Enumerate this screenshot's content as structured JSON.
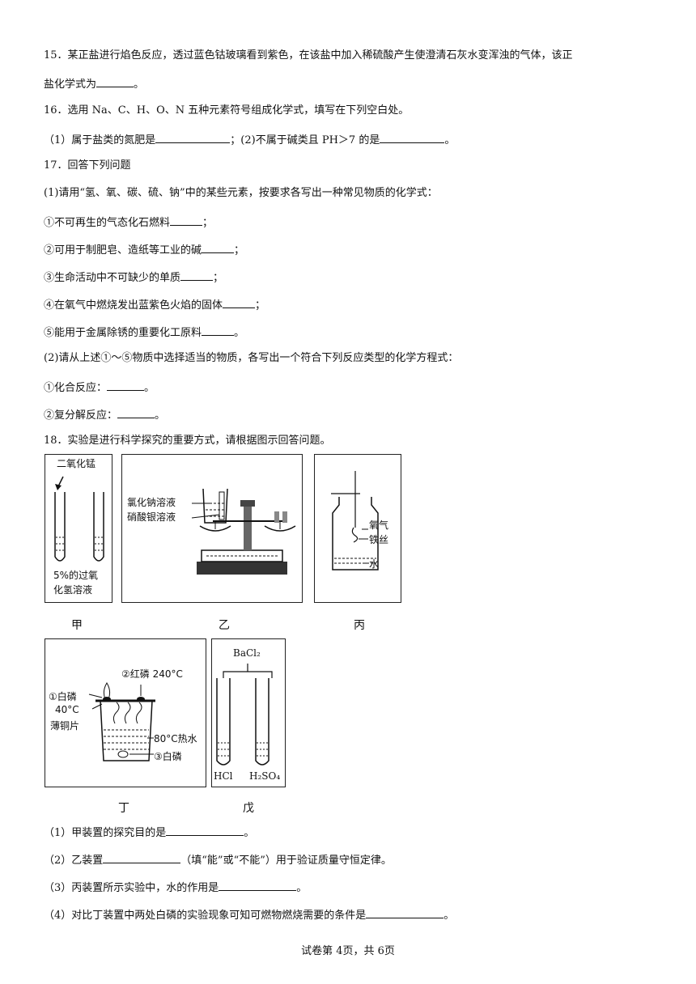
{
  "q15": {
    "line1": "15．某正盐进行焰色反应，透过蓝色钴玻璃看到紫色，在该盐中加入稀硫酸产生使澄清石灰水变浑浊的气体，该正",
    "line2_pre": "盐化学式为",
    "line2_post": "。"
  },
  "q16": {
    "stem": "16．选用 Na、C、H、O、N 五种元素符号组成化学式，填写在下列空白处。",
    "p1_pre": "（1）属于盐类的氮肥是",
    "p1_mid": "；(2)不属于碱类且 PH＞7 的是",
    "p1_post": "。"
  },
  "q17": {
    "stem": "17．回答下列问题",
    "part1": "(1)请用“氢、氧、碳、硫、钠”中的某些元素，按要求各写出一种常见物质的化学式：",
    "items": [
      {
        "pre": "①不可再生的气态化石燃料",
        "post": "；"
      },
      {
        "pre": "②可用于制肥皂、造纸等工业的碱",
        "post": "；"
      },
      {
        "pre": "③生命活动中不可缺少的单质",
        "post": "；"
      },
      {
        "pre": "④在氧气中燃烧发出蓝紫色火焰的固体",
        "post": "；"
      },
      {
        "pre": "⑤能用于金属除锈的重要化工原料",
        "post": "。"
      }
    ],
    "part2": "(2)请从上述①～⑤物质中选择适当的物质，各写出一个符合下列反应类型的化学方程式：",
    "eq1_pre": "①化合反应：",
    "eq1_post": "。",
    "eq2_pre": "②复分解反应：",
    "eq2_post": "。"
  },
  "q18": {
    "stem": "18．实验是进行科学探究的重要方式，请根据图示回答问题。",
    "fig_jia": {
      "caption": "甲",
      "top_label": "二氧化锰",
      "bottom_label_1": "5%的过氧",
      "bottom_label_2": "化氢溶液"
    },
    "fig_yi": {
      "caption": "乙",
      "label_1": "氯化钠溶液",
      "label_2": "硝酸银溶液"
    },
    "fig_bing": {
      "caption": "丙",
      "label_1": "氧气",
      "label_2": "铁丝",
      "label_3": "水"
    },
    "fig_ding": {
      "caption": "丁",
      "label_1": "②红磷 240°C",
      "label_2": "①白磷",
      "label_3": "40°C",
      "label_4": "薄铜片",
      "label_5": "80°C热水",
      "label_6": "③白磷"
    },
    "fig_wu": {
      "caption": "戊",
      "top_label": "BaCl₂",
      "left_label": "HCl",
      "right_label": "H₂SO₄"
    },
    "questions": [
      {
        "pre": "（1）甲装置的探究目的是",
        "post": "。"
      },
      {
        "pre": "（2）乙装置",
        "post": "（填“能”或“不能”）用于验证质量守恒定律。"
      },
      {
        "pre": "（3）丙装置所示实验中，水的作用是",
        "post": "。"
      },
      {
        "pre": "（4）对比丁装置中两处白磷的实验现象可知可燃物燃烧需要的条件是",
        "post": "。"
      }
    ]
  },
  "footer": "试卷第 4页，共 6页"
}
